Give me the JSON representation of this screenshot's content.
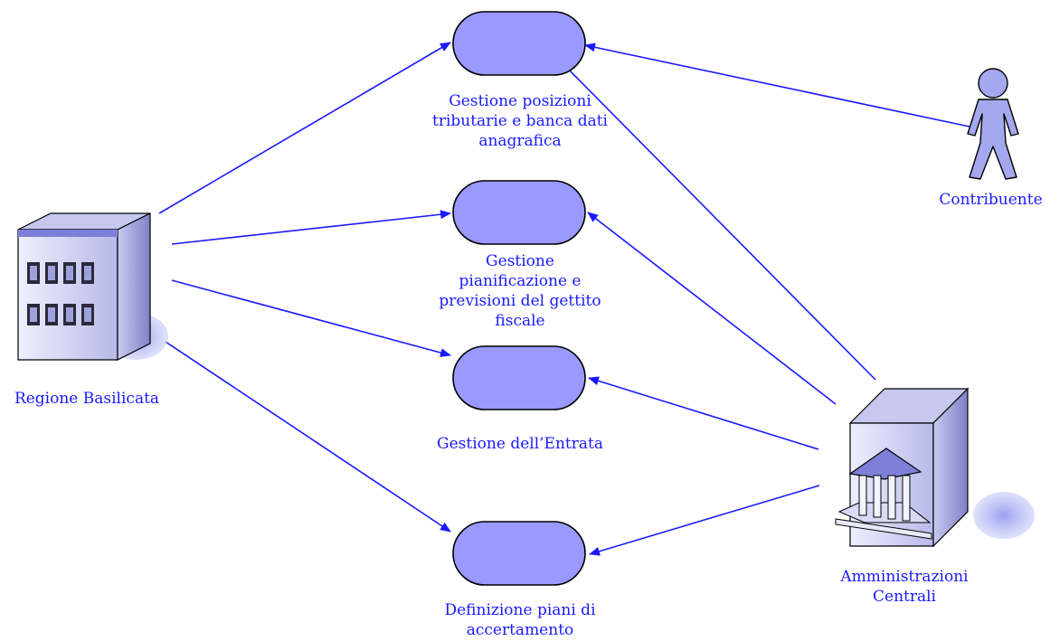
{
  "diagram": {
    "actors": {
      "regione": "Regione Basilicata",
      "amministrazioni": "Amministrazioni\nCentrali",
      "contribuente": "Contribuente"
    },
    "use_cases": {
      "uc1": "Gestione posizioni\ntributarie e banca dati\nanagrafica",
      "uc2": "Gestione\npianificazione e\nprevisioni del gettito\nfiscale",
      "uc3": "Gestione dell’Entrata",
      "uc4": "Definizione piani di\naccertamento"
    },
    "colors": {
      "use_case_fill": "#9999ff",
      "arrow": "#1a1aff",
      "text": "#1a1aff"
    }
  }
}
